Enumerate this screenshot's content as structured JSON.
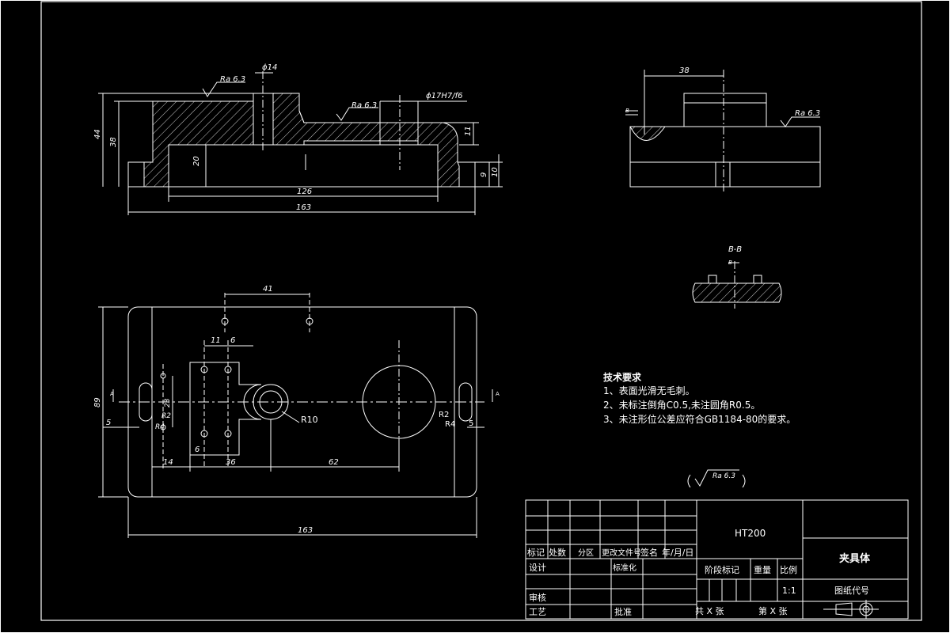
{
  "colors": {
    "background": "#000000",
    "line": "#ffffff"
  },
  "front_view": {
    "ra_top": "Ra 6.3",
    "ra_mid": "Ra 6.3",
    "phi14": "ϕ14",
    "phi17": "ϕ17H7/f6",
    "dim_44": "44",
    "dim_38": "38",
    "dim_20": "20",
    "dim_11": "11",
    "dim_9": "9",
    "dim_10": "10",
    "dim_126": "126",
    "dim_163": "163"
  },
  "side_view": {
    "dim_38": "38",
    "ra": "Ra 6.3",
    "mark_b": "B"
  },
  "section_bb": {
    "title": "B-B",
    "mark_b": "B"
  },
  "plan_view": {
    "dim_41": "41",
    "dim_11": "11",
    "dim_6a": "6",
    "dim_89": "89",
    "dim_23": "23",
    "dim_r2_left": "R2",
    "dim_r4_left": "R4",
    "dim_5_left": "5",
    "dim_6b": "6",
    "dim_14": "14",
    "dim_36": "36",
    "dim_62": "62",
    "dim_r10": "R10",
    "dim_r2_right": "R2",
    "dim_r4_right": "R4",
    "dim_5_right": "5",
    "dim_163": "163",
    "section_mark_left": "A",
    "section_mark_right": "A"
  },
  "notes": {
    "title": "技术要求",
    "items": [
      "1、表面光滑无毛刺。",
      "2、未标注倒角C0.5,未注圆角R0.5。",
      "3、未注形位公差应符合GB1184-80的要求。"
    ],
    "roughness": "Ra 6.3"
  },
  "title_block": {
    "material": "HT200",
    "part_name": "夹具体",
    "drawing_code_label": "图纸代号",
    "header_cells": [
      "标记",
      "处数",
      "分区",
      "更改文件号",
      "签名",
      "年/月/日"
    ],
    "design": "设计",
    "standardize": "标准化",
    "review": "审核",
    "process": "工艺",
    "approve": "批准",
    "stage_mark": "阶段标记",
    "weight": "重量",
    "scale_label": "比例",
    "scale_value": "1:1",
    "total_sheets": "共 X 张",
    "sheet_no": "第 X 张"
  }
}
